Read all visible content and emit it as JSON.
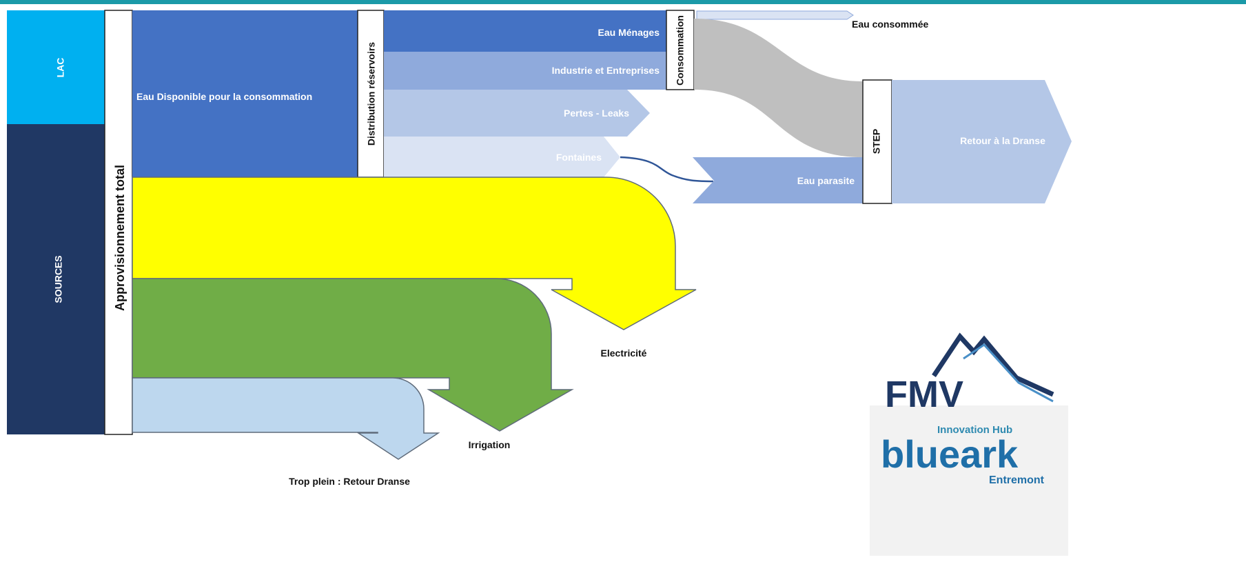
{
  "sources": {
    "lac": "LAC",
    "sources": "SOURCES"
  },
  "nodes": {
    "approvisionnement": "Approvisionnement total",
    "distribution": "Distribution réservoirs",
    "consommation": "Consommation",
    "step": "STEP"
  },
  "flows": {
    "eau_disponible": "Eau Disponible pour la consommation",
    "eau_menages": "Eau Ménages",
    "industrie": "Industrie et Entreprises",
    "pertes": "Pertes - Leaks",
    "fontaines": "Fontaines",
    "eau_consommee": "Eau consommée",
    "eau_parasite": "Eau parasite",
    "retour_dranse": "Retour à la Dranse",
    "electricite": "Electricité",
    "irrigation": "Irrigation",
    "trop_plein": "Trop plein : Retour Dranse"
  },
  "logo": {
    "fmv": "FMV",
    "innovation_hub": "Innovation Hub",
    "blueark": "blueark",
    "entremont": "Entremont"
  },
  "colors": {
    "top_bar": "#1b9aa8",
    "lac": "#00b0f0",
    "sources": "#203864",
    "dark_blue": "#4472c4",
    "mid_blue": "#8faadc",
    "light_blue": "#b4c7e7",
    "pale_blue": "#dae3f3",
    "gray": "#bfbfbf",
    "yellow": "#ffff00",
    "green": "#70ad47",
    "trop_plein": "#bdd7ee"
  }
}
